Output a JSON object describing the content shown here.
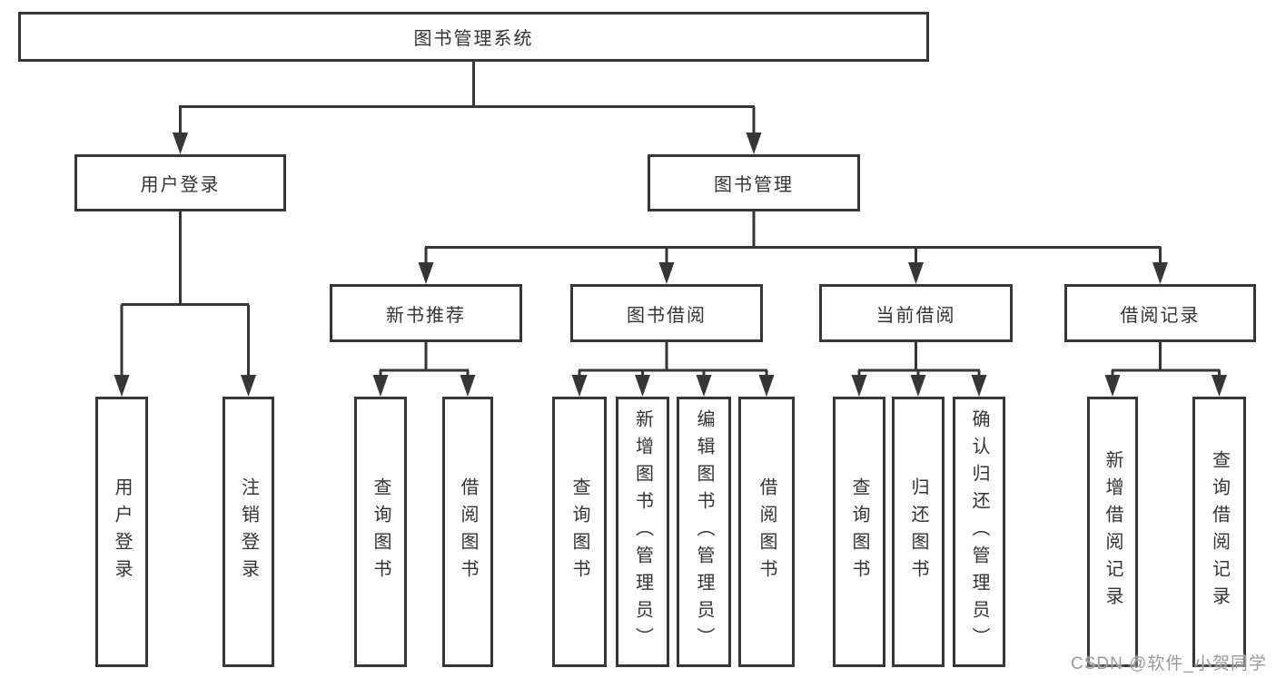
{
  "diagram": {
    "title": "图书管理系统",
    "branches": [
      {
        "label": "用户登录",
        "leaves": [
          "用户登录",
          "注销登录"
        ]
      },
      {
        "label": "图书管理",
        "groups": [
          {
            "label": "新书推荐",
            "leaves": [
              "查询图书",
              "借阅图书"
            ]
          },
          {
            "label": "图书借阅",
            "leaves": [
              "查询图书",
              "新增图书（管理员）",
              "编辑图书（管理员）",
              "借阅图书"
            ]
          },
          {
            "label": "当前借阅",
            "leaves": [
              "查询图书",
              "归还图书",
              "确认归还（管理员）"
            ]
          },
          {
            "label": "借阅记录",
            "leaves": [
              "新增借阅记录",
              "查询借阅记录"
            ]
          }
        ]
      }
    ]
  },
  "watermark": "CSDN @软件_小贺同学",
  "colors": {
    "line": "#363636",
    "text": "#333333",
    "background": "#ffffff",
    "watermark": "#9b9b9b"
  }
}
